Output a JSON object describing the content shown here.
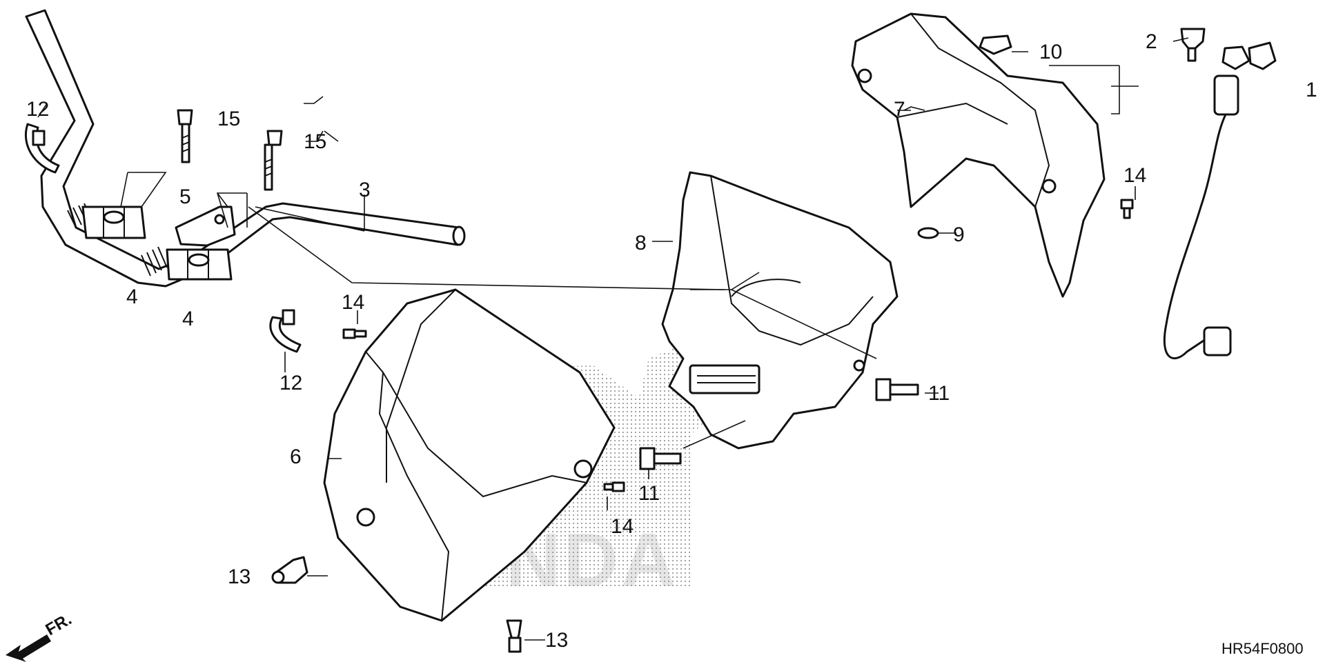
{
  "labels": {
    "l1": "1",
    "l2": "2",
    "l3": "3",
    "l4a": "4",
    "l4b": "4",
    "l5": "5",
    "l6": "6",
    "l7": "7",
    "l8": "8",
    "l9": "9",
    "l10": "10",
    "l11a": "11",
    "l11b": "11",
    "l12a": "12",
    "l12b": "12",
    "l13a": "13",
    "l13b": "13",
    "l14a": "14",
    "l14b": "14",
    "l14c": "14",
    "l15a": "15",
    "l15b": "15"
  },
  "direction_label": "FR.",
  "watermark": "HONDA",
  "diagram_code": "HR54F0800"
}
